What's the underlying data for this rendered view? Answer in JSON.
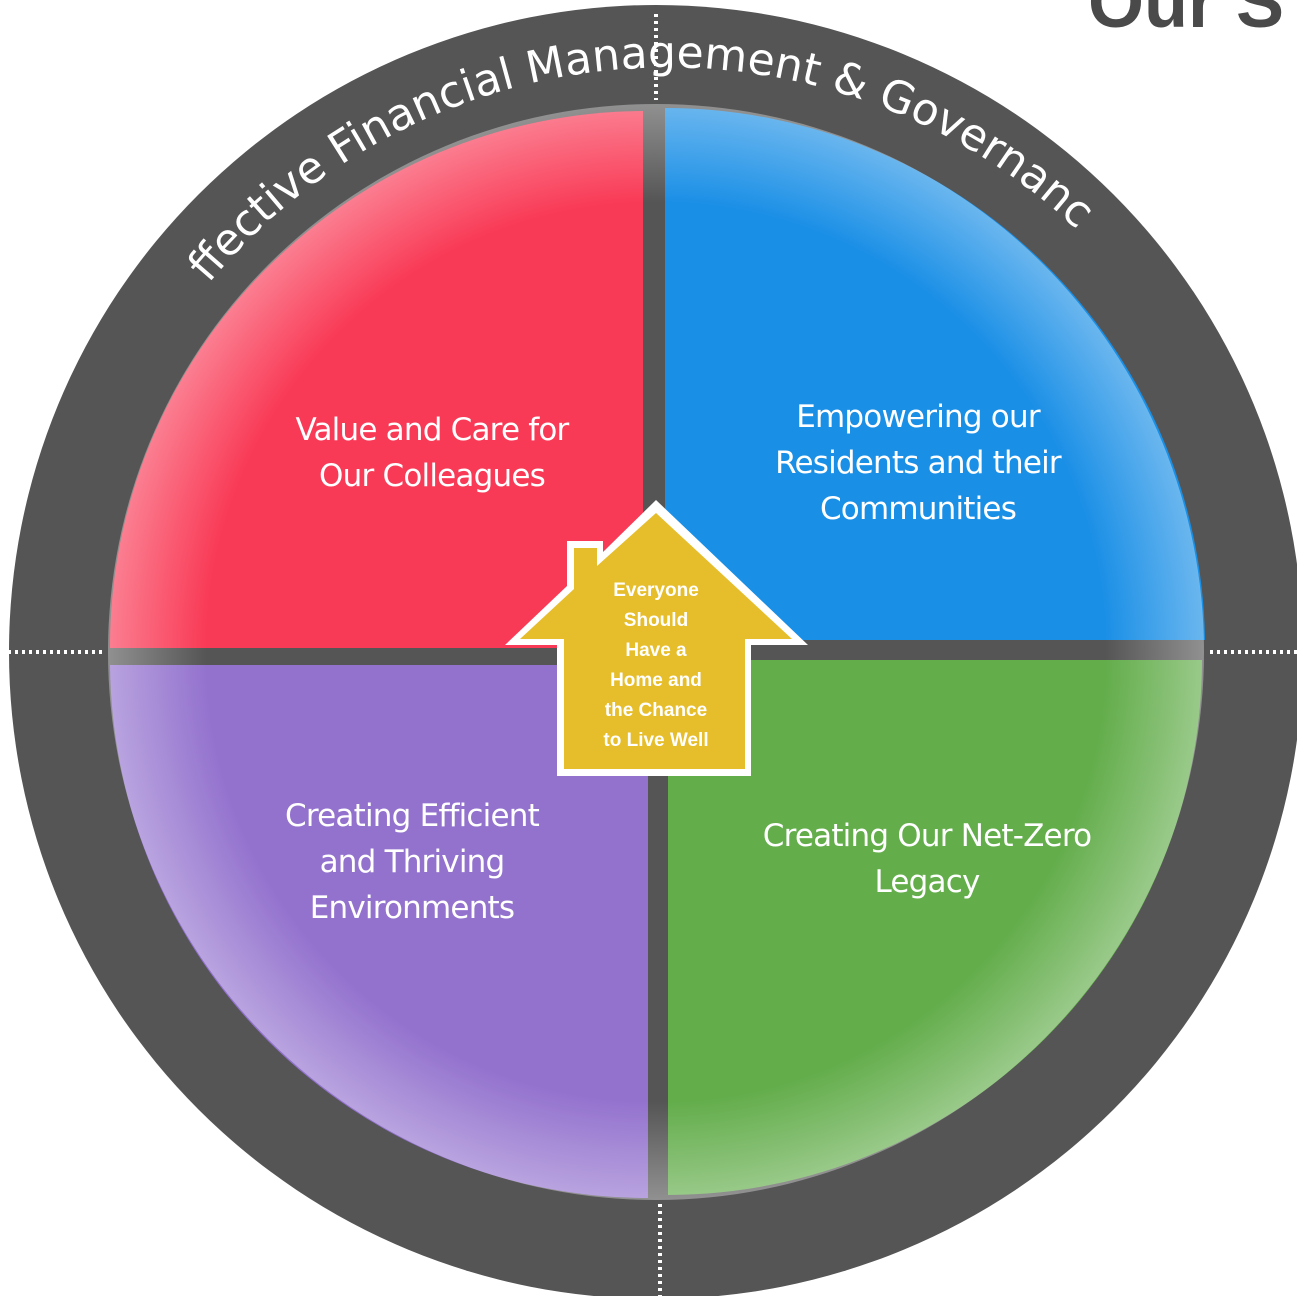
{
  "title": "Our S",
  "ring": {
    "label": "Effective Financial Management & Governance"
  },
  "quadrants": [
    {
      "label": "Value and Care for\nOur Colleagues",
      "color": "#f93a56"
    },
    {
      "label": "Empowering our\nResidents and their\nCommunities",
      "color": "#1a8fe6"
    },
    {
      "label": "Creating Efficient\nand Thriving\nEnvironments",
      "color": "#9372ce"
    },
    {
      "label": "Creating Our Net-Zero\nLegacy",
      "color": "#63ad4b"
    }
  ],
  "center": {
    "label": "Everyone\nShould\nHave a\nHome and\nthe Chance\nto Live Well",
    "color": "#e6bd2a"
  },
  "colors": {
    "ring": "#555555",
    "separator": "#ffffff"
  }
}
